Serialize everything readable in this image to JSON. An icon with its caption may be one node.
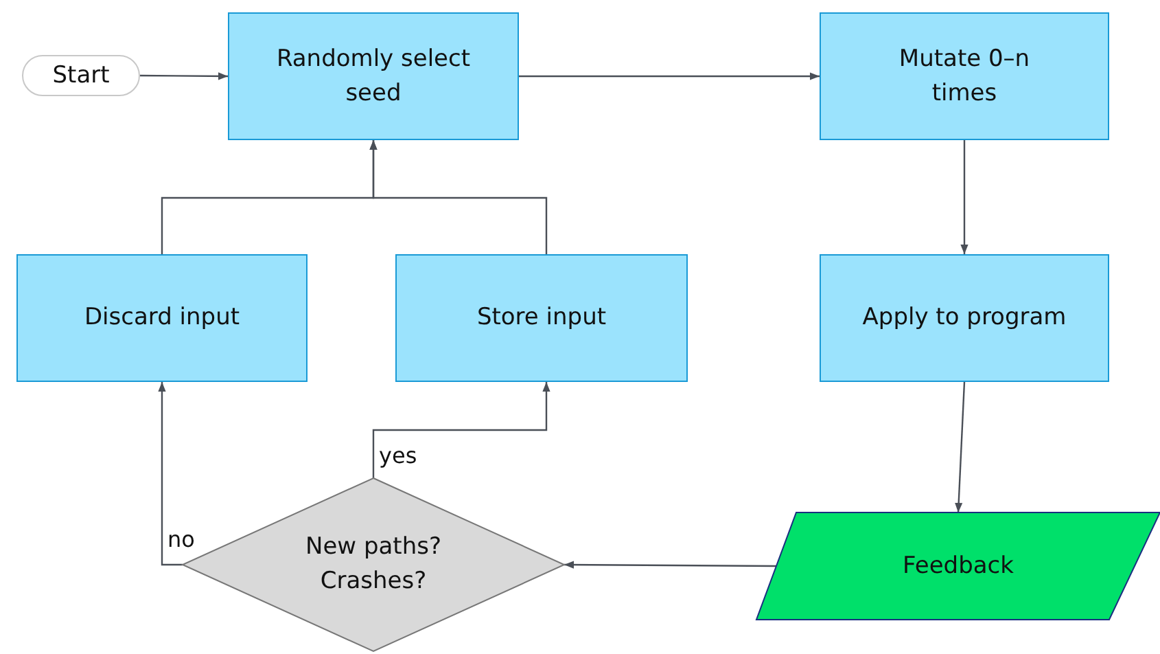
{
  "diagram": {
    "nodes": [
      {
        "text": [
          "Start"
        ]
      },
      {
        "text": [
          "Randomly select seed"
        ]
      },
      {
        "text": [
          "Mutate 0–n times"
        ]
      },
      {
        "text": [
          "Discard input"
        ]
      },
      {
        "text": [
          "Store input"
        ]
      },
      {
        "text": [
          "Apply to program"
        ]
      },
      {
        "text": [
          "New paths? Crashes?"
        ]
      },
      {
        "text": [
          "Feedback"
        ]
      }
    ],
    "edges": [
      {
        "from": 0,
        "to": 1,
        "arrow": "to"
      },
      {
        "from": 1,
        "to": 2,
        "arrow": "to"
      },
      {
        "from": 2,
        "to": 5,
        "arrow": "to"
      },
      {
        "from": 5,
        "to": 7,
        "arrow": "to"
      },
      {
        "from": 7,
        "to": 6,
        "arrow": "to"
      },
      {
        "from": 6,
        "to": 3,
        "arrow": "to",
        "label": "no"
      },
      {
        "from": 6,
        "to": 4,
        "arrow": "to",
        "label": "yes"
      },
      {
        "from": 3,
        "to": 1,
        "arrow": "to"
      },
      {
        "from": 4,
        "to": 1,
        "arrow": "to"
      }
    ]
  }
}
